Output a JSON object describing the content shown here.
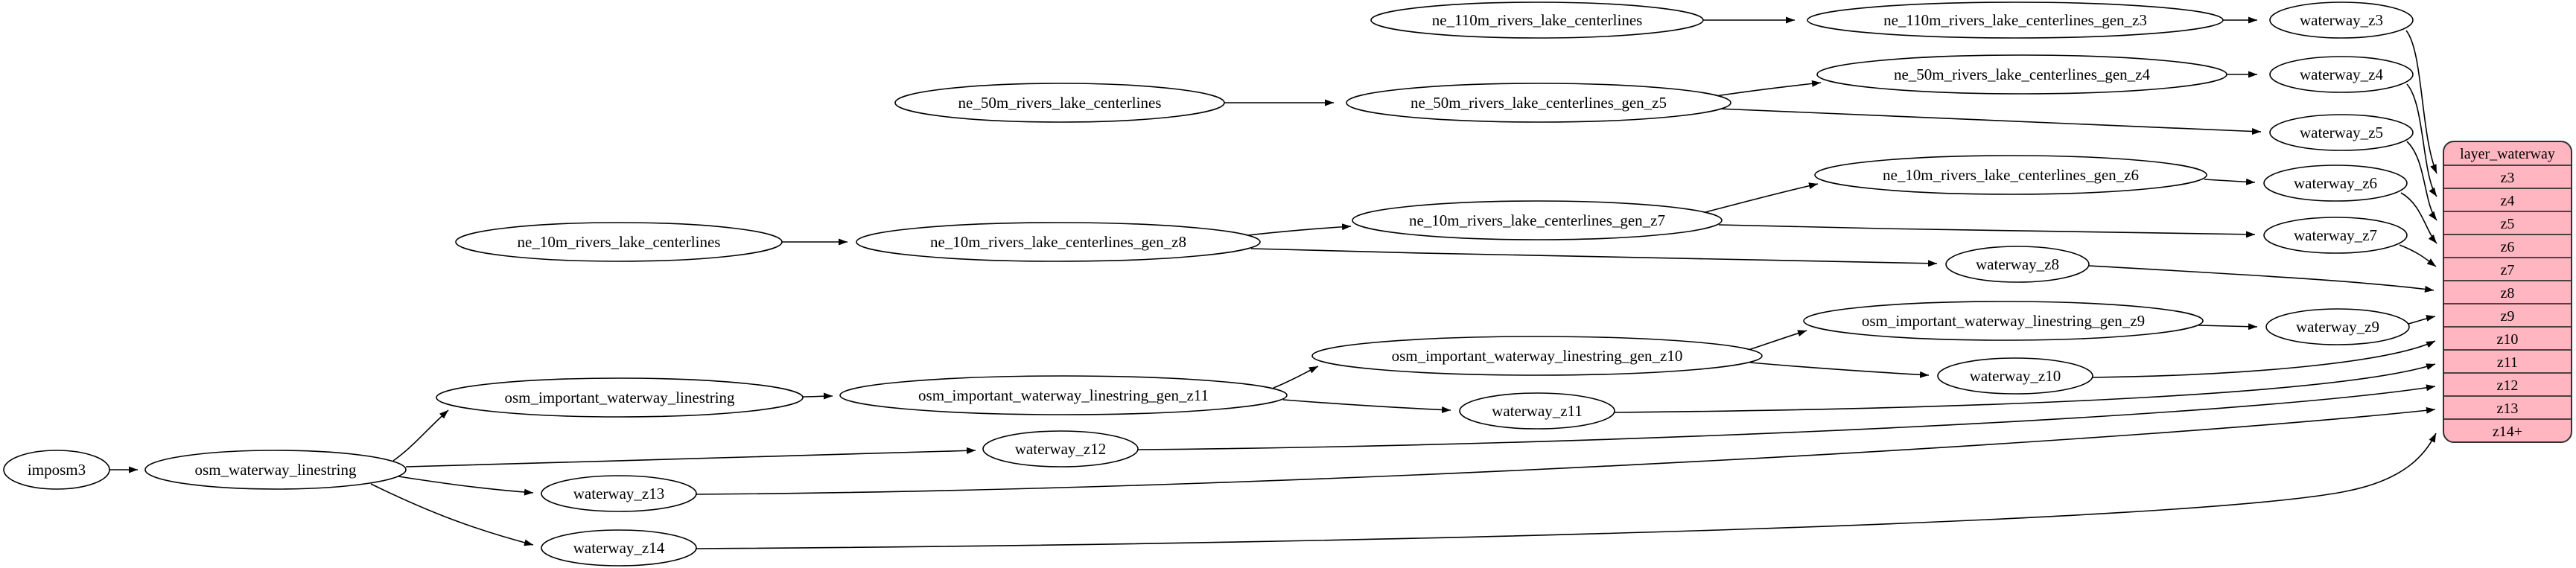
{
  "diagram": {
    "background": "#ffffff",
    "node_fill": "#ffffff",
    "node_stroke": "#000000",
    "edge_color": "#000000"
  },
  "nodes": {
    "imposm3": "imposm3",
    "osm_waterway_linestring": "osm_waterway_linestring",
    "osm_important_waterway_linestring": "osm_important_waterway_linestring",
    "osm_important_waterway_linestring_gen_z11": "osm_important_waterway_linestring_gen_z11",
    "osm_important_waterway_linestring_gen_z10": "osm_important_waterway_linestring_gen_z10",
    "osm_important_waterway_linestring_gen_z9": "osm_important_waterway_linestring_gen_z9",
    "ne_110m_rivers_lake_centerlines": "ne_110m_rivers_lake_centerlines",
    "ne_110m_rivers_lake_centerlines_gen_z3": "ne_110m_rivers_lake_centerlines_gen_z3",
    "ne_50m_rivers_lake_centerlines": "ne_50m_rivers_lake_centerlines",
    "ne_50m_rivers_lake_centerlines_gen_z5": "ne_50m_rivers_lake_centerlines_gen_z5",
    "ne_50m_rivers_lake_centerlines_gen_z4": "ne_50m_rivers_lake_centerlines_gen_z4",
    "ne_10m_rivers_lake_centerlines": "ne_10m_rivers_lake_centerlines",
    "ne_10m_rivers_lake_centerlines_gen_z8": "ne_10m_rivers_lake_centerlines_gen_z8",
    "ne_10m_rivers_lake_centerlines_gen_z7": "ne_10m_rivers_lake_centerlines_gen_z7",
    "ne_10m_rivers_lake_centerlines_gen_z6": "ne_10m_rivers_lake_centerlines_gen_z6",
    "waterway_z3": "waterway_z3",
    "waterway_z4": "waterway_z4",
    "waterway_z5": "waterway_z5",
    "waterway_z6": "waterway_z6",
    "waterway_z7": "waterway_z7",
    "waterway_z8": "waterway_z8",
    "waterway_z9": "waterway_z9",
    "waterway_z10": "waterway_z10",
    "waterway_z11": "waterway_z11",
    "waterway_z12": "waterway_z12",
    "waterway_z13": "waterway_z13",
    "waterway_z14": "waterway_z14"
  },
  "table": {
    "header": "layer_waterway",
    "rows": [
      "z3",
      "z4",
      "z5",
      "z6",
      "z7",
      "z8",
      "z9",
      "z10",
      "z11",
      "z12",
      "z13",
      "z14+"
    ],
    "fill": "#ffb6c1",
    "stroke": "#303030"
  },
  "edges": [
    {
      "from": "imposm3",
      "to": "osm_waterway_linestring"
    },
    {
      "from": "osm_waterway_linestring",
      "to": "osm_important_waterway_linestring"
    },
    {
      "from": "osm_waterway_linestring",
      "to": "waterway_z12"
    },
    {
      "from": "osm_waterway_linestring",
      "to": "waterway_z13"
    },
    {
      "from": "osm_waterway_linestring",
      "to": "waterway_z14"
    },
    {
      "from": "osm_important_waterway_linestring",
      "to": "osm_important_waterway_linestring_gen_z11"
    },
    {
      "from": "osm_important_waterway_linestring_gen_z11",
      "to": "osm_important_waterway_linestring_gen_z10"
    },
    {
      "from": "osm_important_waterway_linestring_gen_z11",
      "to": "waterway_z11"
    },
    {
      "from": "osm_important_waterway_linestring_gen_z10",
      "to": "osm_important_waterway_linestring_gen_z9"
    },
    {
      "from": "osm_important_waterway_linestring_gen_z10",
      "to": "waterway_z10"
    },
    {
      "from": "osm_important_waterway_linestring_gen_z9",
      "to": "waterway_z9"
    },
    {
      "from": "ne_110m_rivers_lake_centerlines",
      "to": "ne_110m_rivers_lake_centerlines_gen_z3"
    },
    {
      "from": "ne_110m_rivers_lake_centerlines_gen_z3",
      "to": "waterway_z3"
    },
    {
      "from": "ne_50m_rivers_lake_centerlines",
      "to": "ne_50m_rivers_lake_centerlines_gen_z5"
    },
    {
      "from": "ne_50m_rivers_lake_centerlines_gen_z5",
      "to": "ne_50m_rivers_lake_centerlines_gen_z4"
    },
    {
      "from": "ne_50m_rivers_lake_centerlines_gen_z5",
      "to": "waterway_z5"
    },
    {
      "from": "ne_50m_rivers_lake_centerlines_gen_z4",
      "to": "waterway_z4"
    },
    {
      "from": "ne_10m_rivers_lake_centerlines",
      "to": "ne_10m_rivers_lake_centerlines_gen_z8"
    },
    {
      "from": "ne_10m_rivers_lake_centerlines_gen_z8",
      "to": "ne_10m_rivers_lake_centerlines_gen_z7"
    },
    {
      "from": "ne_10m_rivers_lake_centerlines_gen_z8",
      "to": "waterway_z8"
    },
    {
      "from": "ne_10m_rivers_lake_centerlines_gen_z7",
      "to": "ne_10m_rivers_lake_centerlines_gen_z6"
    },
    {
      "from": "ne_10m_rivers_lake_centerlines_gen_z7",
      "to": "waterway_z7"
    },
    {
      "from": "ne_10m_rivers_lake_centerlines_gen_z6",
      "to": "waterway_z6"
    },
    {
      "from": "waterway_z3",
      "to": "layer_waterway.z3"
    },
    {
      "from": "waterway_z4",
      "to": "layer_waterway.z4"
    },
    {
      "from": "waterway_z5",
      "to": "layer_waterway.z5"
    },
    {
      "from": "waterway_z6",
      "to": "layer_waterway.z6"
    },
    {
      "from": "waterway_z7",
      "to": "layer_waterway.z7"
    },
    {
      "from": "waterway_z8",
      "to": "layer_waterway.z8"
    },
    {
      "from": "waterway_z9",
      "to": "layer_waterway.z9"
    },
    {
      "from": "waterway_z10",
      "to": "layer_waterway.z10"
    },
    {
      "from": "waterway_z11",
      "to": "layer_waterway.z11"
    },
    {
      "from": "waterway_z12",
      "to": "layer_waterway.z12"
    },
    {
      "from": "waterway_z13",
      "to": "layer_waterway.z13"
    },
    {
      "from": "waterway_z14",
      "to": "layer_waterway.z14+"
    }
  ]
}
